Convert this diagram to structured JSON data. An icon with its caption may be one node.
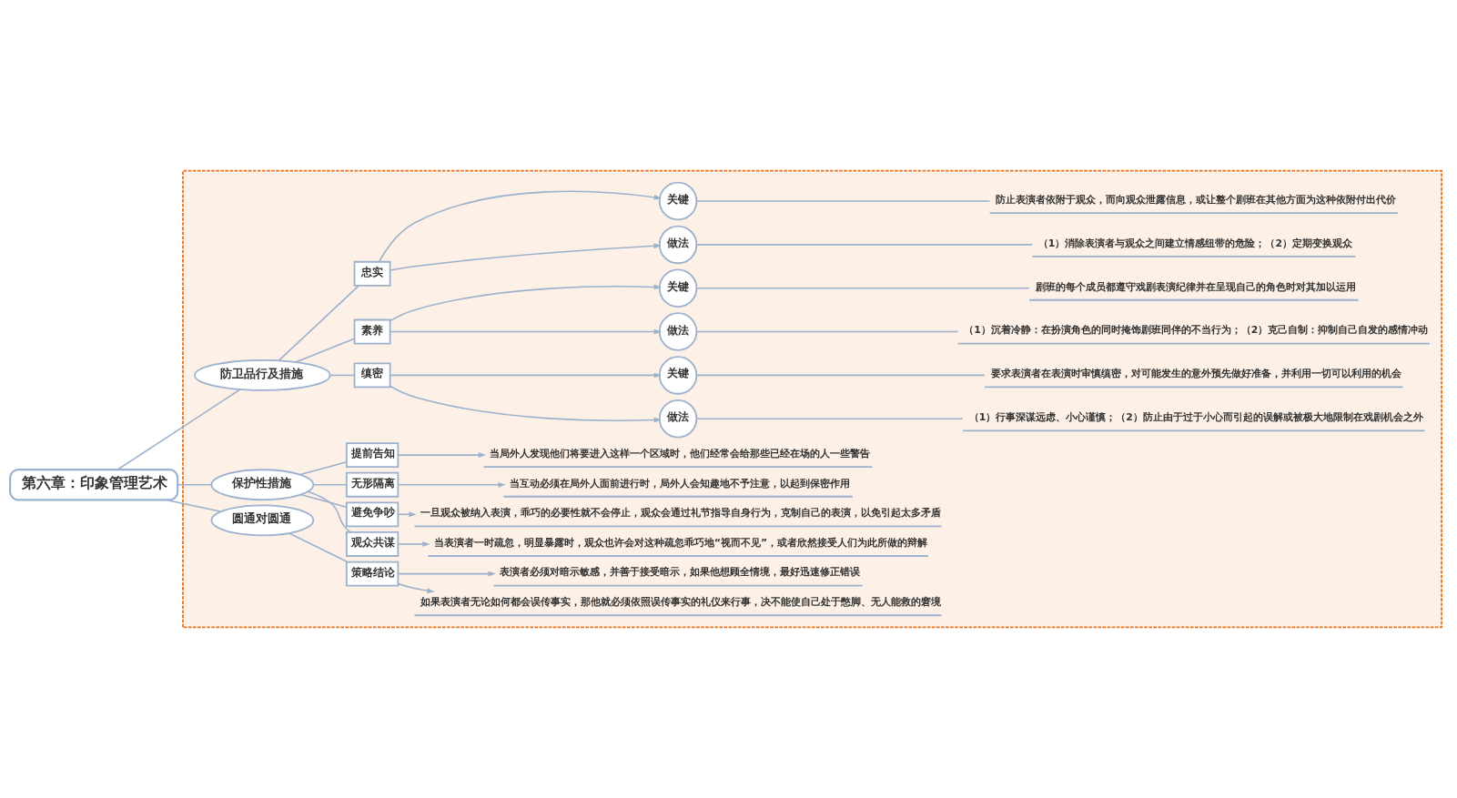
{
  "diagram": {
    "nodes": [
      {
        "text": [
          "第六章：印象管理艺术"
        ]
      },
      {
        "text": [],
        "shape": "box"
      },
      {
        "text": [
          "防卫品行及措施"
        ],
        "in": 1
      },
      {
        "text": [
          "忠实"
        ],
        "in": 1
      },
      {
        "text": [
          "关键"
        ],
        "in": 1
      },
      {
        "text": [
          "防止表演者依附于观众，而向观众泄露信息，或让整个剧班在其他方面为这种依附付出代价"
        ],
        "in": 1
      },
      {
        "text": [
          "做法"
        ],
        "in": 1
      },
      {
        "text": [
          "（1）消除表演者与观众之间建立情感纽带的危险；（2）定期变换观众"
        ],
        "in": 1
      },
      {
        "text": [
          "素养"
        ],
        "in": 1
      },
      {
        "text": [
          "关键"
        ],
        "in": 1
      },
      {
        "text": [
          "剧班的每个成员都遵守戏剧表演纪律并在呈现自己的角色时对其加以运用"
        ],
        "in": 1
      },
      {
        "text": [
          "做法"
        ],
        "in": 1
      },
      {
        "text": [
          "（1）沉着冷静：在扮演角色的同时掩饰剧班同伴的不当行为；（2）克己自制：抑制自己自发的感情冲动"
        ],
        "in": 1
      },
      {
        "text": [
          "缜密"
        ],
        "in": 1
      },
      {
        "text": [
          "关键"
        ],
        "in": 1
      },
      {
        "text": [
          "要求表演者在表演时审慎缜密，对可能发生的意外预先做好准备，并利用一切可以利用的机会"
        ],
        "in": 1
      },
      {
        "text": [
          "做法"
        ],
        "in": 1
      },
      {
        "text": [
          "（1）行事深谋远虑、小心谨慎；（2）防止由于过于小心而引起的误解或被极大地限制在戏剧机会之外"
        ],
        "in": 1
      },
      {
        "text": [
          "保护性措施"
        ],
        "in": 1
      },
      {
        "text": [
          "提前告知"
        ],
        "in": 1
      },
      {
        "text": [
          "当局外人发现他们将要进入这样一个区域时，他们经常会给那些已经在场的人一些警告"
        ],
        "in": 1
      },
      {
        "text": [
          "无形隔离"
        ],
        "in": 1
      },
      {
        "text": [
          "当互动必须在局外人面前进行时，局外人会知趣地不予注意，以起到保密作用"
        ],
        "in": 1
      },
      {
        "text": [
          "避免争吵"
        ],
        "in": 1
      },
      {
        "text": [
          "一旦观众被纳入表演，乖巧的必要性就不会停止，观众会通过礼节指导自身行为，克制自己的表演，以免引起太多矛盾"
        ],
        "in": 1
      },
      {
        "text": [
          "观众共谋"
        ],
        "in": 1
      },
      {
        "text": [
          "当表演者一时疏忽，明显暴露时，观众也许会对这种疏忽乖巧地“视而不见”，或者欣然接受人们为此所做的辩解"
        ],
        "in": 1
      },
      {
        "text": [
          "圆通对圆通"
        ],
        "in": 1
      },
      {
        "text": [
          "策略结论"
        ],
        "in": 1
      },
      {
        "text": [
          "表演者必须对暗示敏感，并善于接受暗示，如果他想顾全情境，最好迅速修正错误"
        ],
        "in": 1
      },
      {
        "text": [
          "如果表演者无论如何都会误传事实，那他就必须依照误传事实的礼仪来行事，决不能使自己处于憋脚、无人能救的窘境"
        ],
        "in": 1
      }
    ],
    "edges": [
      {
        "from": 0,
        "to": 2,
        "arrow": "none"
      },
      {
        "from": 2,
        "to": 3,
        "arrow": "none"
      },
      {
        "from": 3,
        "to": 4,
        "arrow": "to"
      },
      {
        "from": 4,
        "to": 5,
        "arrow": "none"
      },
      {
        "from": 3,
        "to": 6,
        "arrow": "to"
      },
      {
        "from": 6,
        "to": 7,
        "arrow": "none"
      },
      {
        "from": 2,
        "to": 8,
        "arrow": "none"
      },
      {
        "from": 8,
        "to": 9,
        "arrow": "to"
      },
      {
        "from": 9,
        "to": 10,
        "arrow": "none"
      },
      {
        "from": 8,
        "to": 11,
        "arrow": "to"
      },
      {
        "from": 11,
        "to": 12,
        "arrow": "none"
      },
      {
        "from": 2,
        "to": 13,
        "arrow": "none"
      },
      {
        "from": 13,
        "to": 14,
        "arrow": "to"
      },
      {
        "from": 14,
        "to": 15,
        "arrow": "none"
      },
      {
        "from": 13,
        "to": 16,
        "arrow": "to"
      },
      {
        "from": 16,
        "to": 17,
        "arrow": "none"
      },
      {
        "from": 0,
        "to": 18,
        "arrow": "none"
      },
      {
        "from": 18,
        "to": 19,
        "arrow": "none"
      },
      {
        "from": 19,
        "to": 20,
        "arrow": "to"
      },
      {
        "from": 18,
        "to": 21,
        "arrow": "none"
      },
      {
        "from": 21,
        "to": 22,
        "arrow": "to"
      },
      {
        "from": 18,
        "to": 23,
        "arrow": "none"
      },
      {
        "from": 23,
        "to": 24,
        "arrow": "to"
      },
      {
        "from": 18,
        "to": 25,
        "arrow": "none"
      },
      {
        "from": 25,
        "to": 26,
        "arrow": "to"
      },
      {
        "from": 0,
        "to": 27,
        "arrow": "none"
      },
      {
        "from": 27,
        "to": 28,
        "arrow": "none"
      },
      {
        "from": 28,
        "to": 29,
        "arrow": "to"
      },
      {
        "from": 28,
        "to": 30,
        "arrow": "to"
      }
    ]
  }
}
